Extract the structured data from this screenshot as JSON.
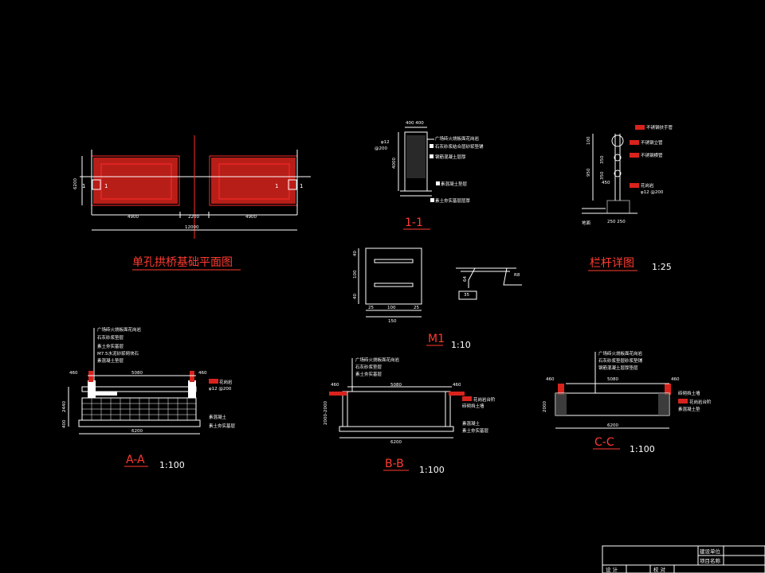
{
  "colors": {
    "background": "#000000",
    "line": "#ffffff",
    "accent": "#ff2a2a",
    "hatch": "#d8231c",
    "orange": "#ff8a00"
  },
  "plan": {
    "title": "单孔拱桥基础平面图",
    "dims": {
      "left": "4900",
      "mid": "2200",
      "right": "4900",
      "total": "12000",
      "height": "6200"
    },
    "section_marks": [
      "1",
      "1",
      "1",
      "1"
    ]
  },
  "section11": {
    "title": "1-1",
    "dims": {
      "top": "400 400",
      "side1": "φ12",
      "side2": "@200",
      "height": "4000"
    },
    "labels": [
      "广场砖火烧板面花岗岩",
      "石灰砂浆结合层砂浆垫铺",
      "钢筋混凝土层厚",
      "素混凝土垫层",
      "素土夯实基层层厚"
    ]
  },
  "rail": {
    "title": "栏杆详图",
    "scale": "1:25",
    "labels": [
      "不锈钢扶手管",
      "不锈钢立管",
      "不锈钢横管",
      "花岗岩",
      "φ12 @200"
    ],
    "dims": {
      "a": "100",
      "b": "350",
      "c": "350",
      "total": "950",
      "d": "450",
      "e": "250 250",
      "ground": "地面"
    }
  },
  "m1": {
    "title": "M1",
    "scale": "1:10",
    "dims": {
      "left1": "40",
      "left2": "100",
      "left3": "40",
      "b1": "25",
      "b2": "100",
      "b3": "25",
      "total": "150",
      "s1": "64",
      "s2": "35",
      "s3": "R8"
    }
  },
  "sectionAA": {
    "title": "A-A",
    "scale": "1:100",
    "labels": [
      "广场砖火烧板面花岗岩",
      "石灰砂浆垫层",
      "素土夯实基层",
      "M7.5水泥砂浆砌块石",
      "素混凝土垫层"
    ],
    "right_labels": [
      "花岗岩",
      "φ12 @200",
      "素混凝土",
      "素土夯实基层"
    ],
    "dims": {
      "top": "5080",
      "l": "460",
      "r": "460",
      "bottom": "6200",
      "h1": "2440",
      "h2": "400"
    }
  },
  "sectionBB": {
    "title": "B-B",
    "scale": "1:100",
    "labels": [
      "广场砖火烧板面花岗岩",
      "石灰砂浆垫层",
      "素土夯实基层"
    ],
    "right_labels": [
      "花岗岩台阶",
      "砖砌挡土墙",
      "素混凝土",
      "素土夯实基层"
    ],
    "dims": {
      "top": "5080",
      "l": "460",
      "r": "460",
      "bottom": "6200",
      "h": "2000-2000"
    }
  },
  "sectionCC": {
    "title": "C-C",
    "scale": "1:100",
    "labels": [
      "广场砖火烧板面花岗岩",
      "石灰砂浆垫层砂浆垫铺",
      "钢筋混凝土层厚垫层"
    ],
    "right_labels": [
      "砖砌挡土墙",
      "花岗岩台阶",
      "素混凝土垫"
    ],
    "dims": {
      "top": "5080",
      "l": "460",
      "r": "460",
      "bottom": "6200",
      "h": "2000"
    }
  },
  "titleblock": {
    "r1": "建设单位",
    "r2": "项目名称",
    "c1": "设 计",
    "c2": "校 对"
  }
}
